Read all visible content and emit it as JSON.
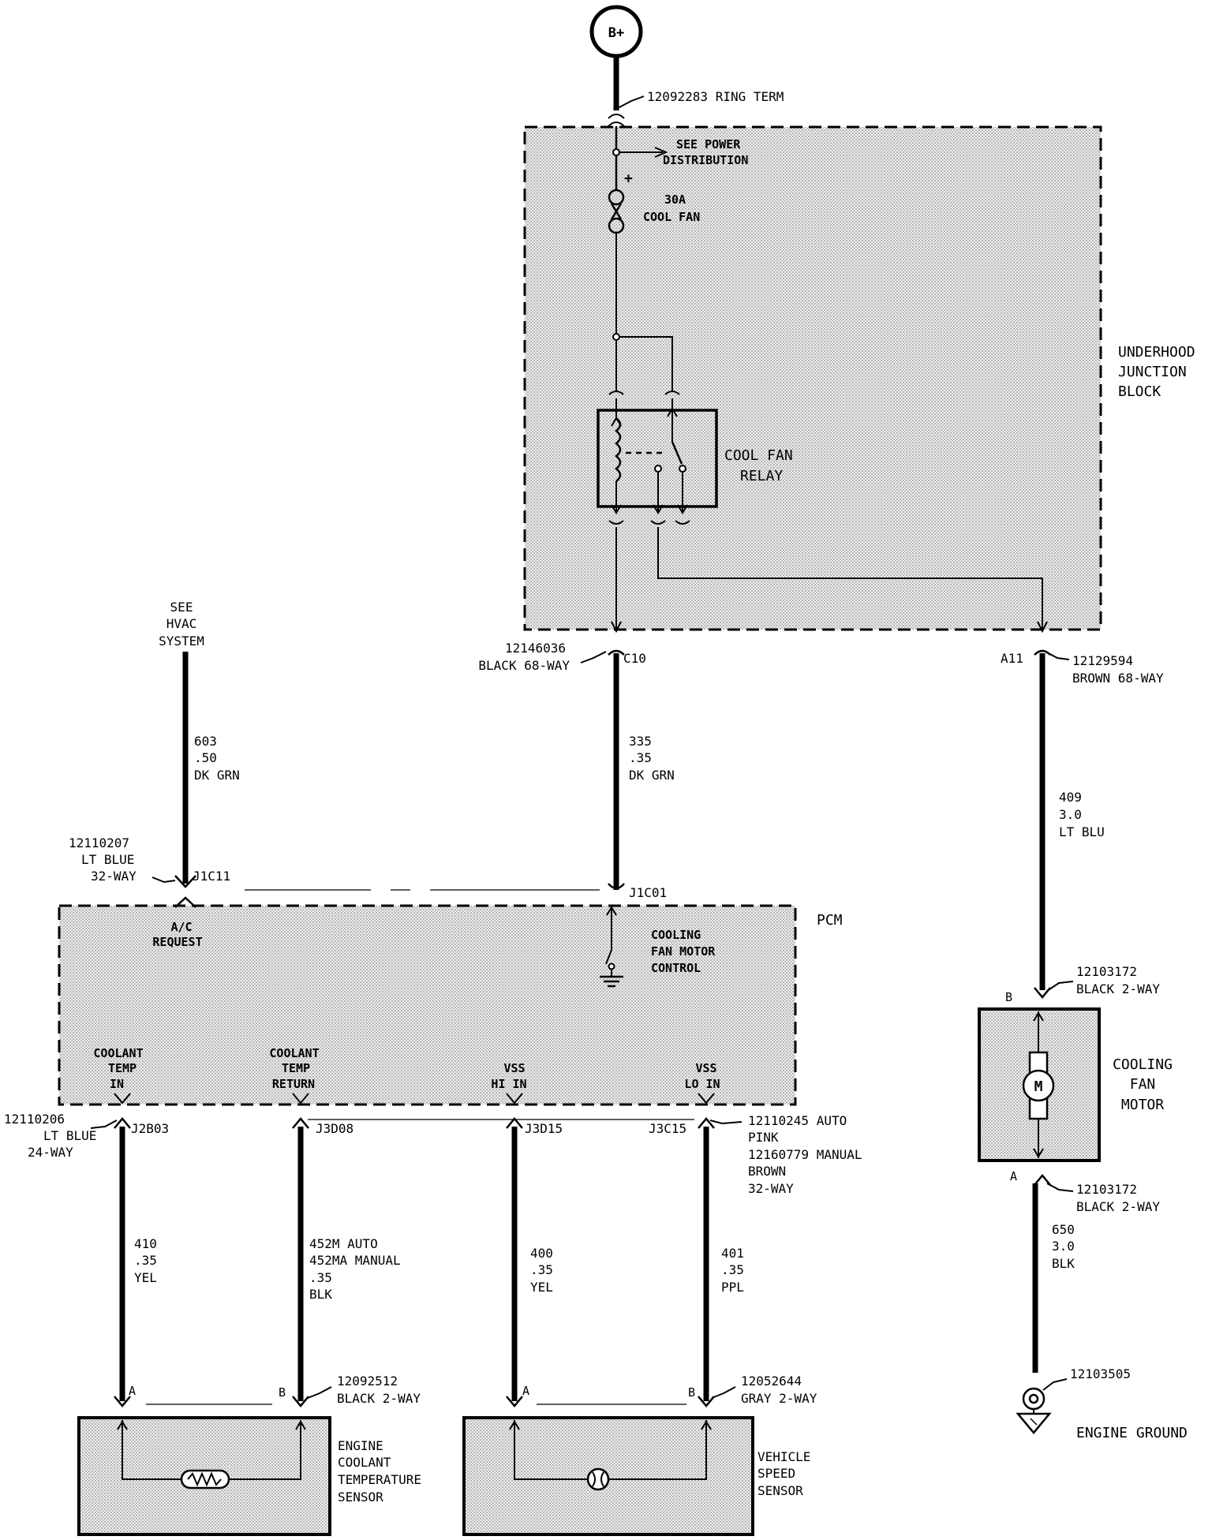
{
  "power": {
    "source_label": "B+",
    "ring_term": "12092283  RING TERM"
  },
  "junction_block": {
    "title_line1": "UNDERHOOD",
    "title_line2": "JUNCTION",
    "title_line3": "BLOCK",
    "see_power_line1": "SEE POWER",
    "see_power_line2": "DISTRIBUTION",
    "plus_sign": "+",
    "fuse_line1": "30A",
    "fuse_line2": "COOL FAN",
    "relay_line1": "COOL FAN",
    "relay_line2": "RELAY"
  },
  "connectors": {
    "c10_part_line1": "12146036",
    "c10_part_line2": "BLACK 68-WAY",
    "c10_pin": "C10",
    "a11_pin": "A11",
    "a11_part_line1": "12129594",
    "a11_part_line2": "BROWN  68-WAY",
    "j1c_part_line1": "12110207",
    "j1c_part_line2": "LT BLUE",
    "j1c_part_line3": "32-WAY",
    "j1c11_pin": "J1C11",
    "j1c01_pin": "J1C01",
    "motor_b_part_line1": "12103172",
    "motor_b_part_line2": "BLACK 2-WAY",
    "motor_a_part_line1": "12103172",
    "motor_a_part_line2": "BLACK 2-WAY",
    "j2_part_line1": "12110206",
    "j2_part_line2": "LT BLUE",
    "j2_part_line3": "24-WAY",
    "j2b03_pin": "J2B03",
    "j3d08_pin": "J3D08",
    "j3d15_pin": "J3D15",
    "j3c15_pin": "J3C15",
    "j3_part_line1": "12110245  AUTO",
    "j3_part_line2": "PINK",
    "j3_part_line3": "12160779  MANUAL",
    "j3_part_line4": "BROWN",
    "j3_part_line5": "32-WAY",
    "ect_conn_line1": "12092512",
    "ect_conn_line2": "BLACK 2-WAY",
    "vss_conn_line1": "12052644",
    "vss_conn_line2": "GRAY 2-WAY",
    "ground_part": "12103505"
  },
  "wires": {
    "w603": [
      "603",
      ".50",
      "DK GRN"
    ],
    "w335": [
      "335",
      ".35",
      "DK GRN"
    ],
    "w409": [
      "409",
      "3.0",
      "LT BLU"
    ],
    "w650": [
      "650",
      "3.0",
      "BLK"
    ],
    "w410": [
      "410",
      ".35",
      "YEL"
    ],
    "w452": [
      "452M  AUTO",
      "452MA  MANUAL",
      ".35",
      "BLK"
    ],
    "w400": [
      "400",
      ".35",
      "YEL"
    ],
    "w401": [
      "401",
      ".35",
      "PPL"
    ]
  },
  "hvac": {
    "line1": "SEE",
    "line2": "HVAC",
    "line3": "SYSTEM"
  },
  "pcm": {
    "title": "PCM",
    "ac_line1": "A/C",
    "ac_line2": "REQUEST",
    "cfm_line1": "COOLING",
    "cfm_line2": "FAN MOTOR",
    "cfm_line3": "CONTROL",
    "ct_in_line1": "COOLANT",
    "ct_in_line2": "TEMP",
    "ct_in_line3": "IN",
    "ct_ret_line1": "COOLANT",
    "ct_ret_line2": "TEMP",
    "ct_ret_line3": "RETURN",
    "vss_hi_line1": "VSS",
    "vss_hi_line2": "HI  IN",
    "vss_lo_line1": "VSS",
    "vss_lo_line2": "LO  IN"
  },
  "motor": {
    "line1": "COOLING",
    "line2": "FAN",
    "line3": "MOTOR",
    "pin_b": "B",
    "pin_a": "A",
    "symbol": "M"
  },
  "ground": {
    "label": "ENGINE  GROUND"
  },
  "ect": {
    "line1": "ENGINE",
    "line2": "COOLANT",
    "line3": "TEMPERATURE",
    "line4": "SENSOR",
    "pin_a": "A",
    "pin_b": "B"
  },
  "vss": {
    "line1": "VEHICLE",
    "line2": "SPEED",
    "line3": "SENSOR",
    "pin_a": "A",
    "pin_b": "B"
  }
}
